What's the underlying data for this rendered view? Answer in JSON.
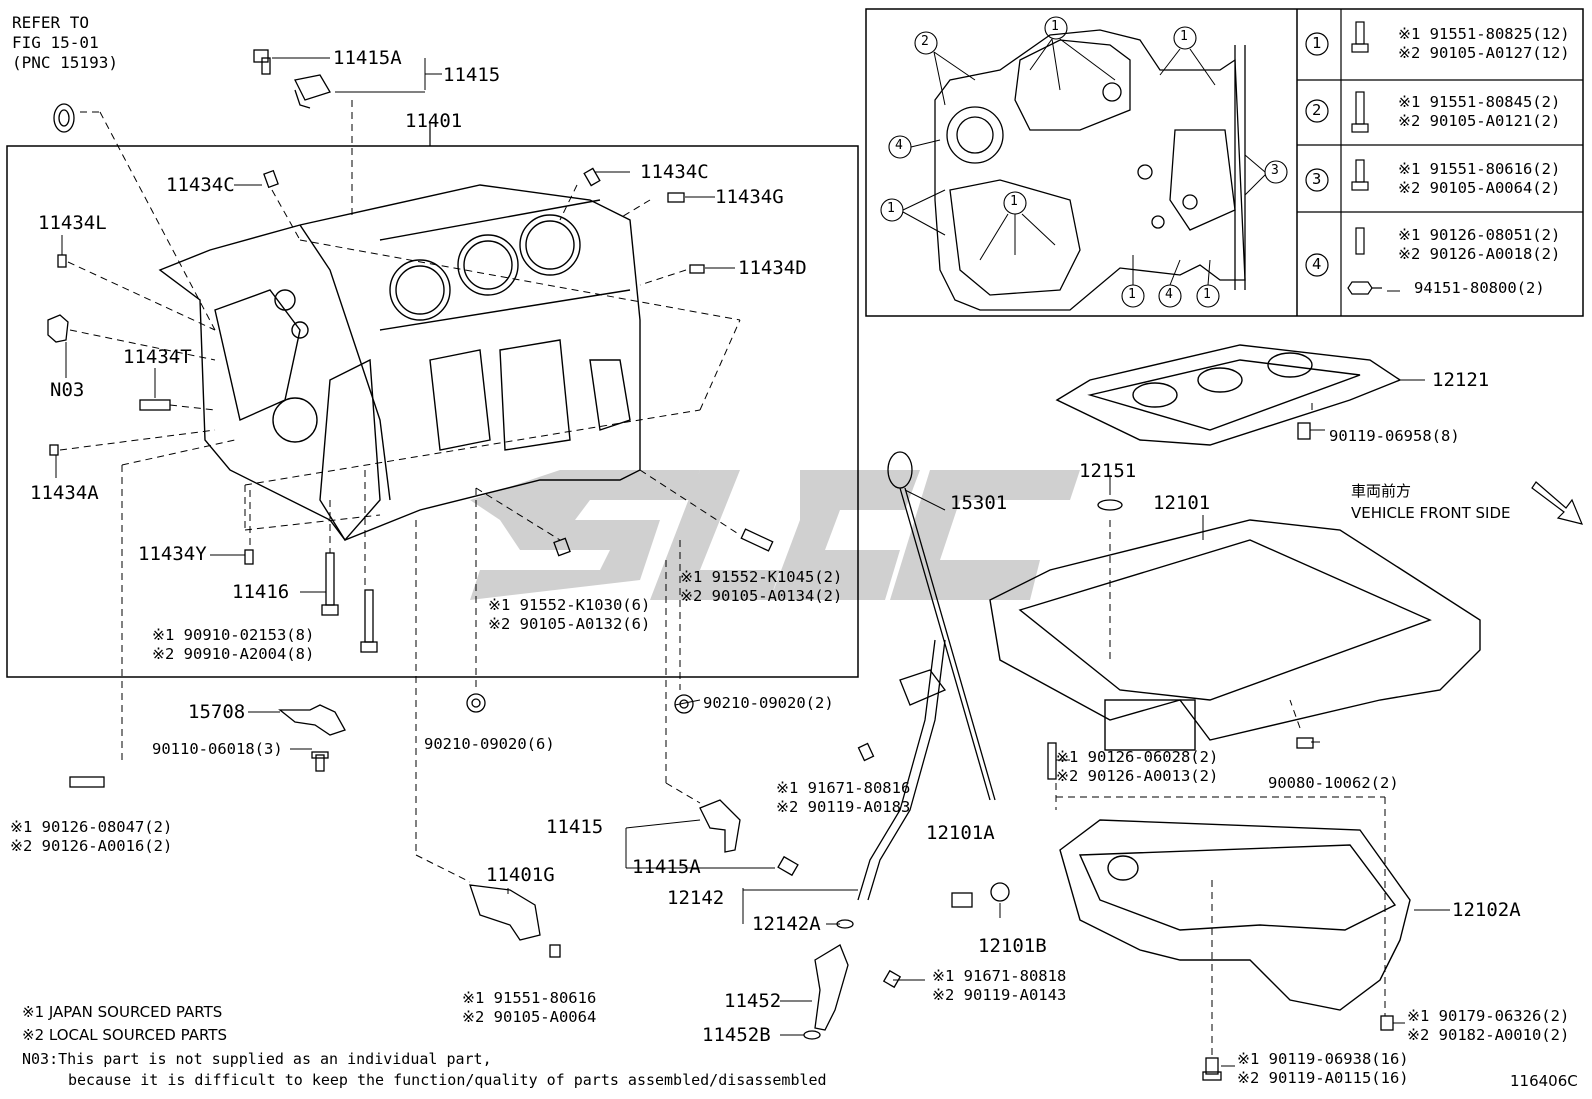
{
  "refer": [
    "REFER TO",
    "FIG 15-01",
    "(PNC 15193)"
  ],
  "labels": {
    "p11415A_top": "11415A",
    "p11415_top": "11415",
    "p11401": "11401",
    "p11434C_l": "11434C",
    "p11434C_r": "11434C",
    "p11434G": "11434G",
    "p11434L": "11434L",
    "p11434D": "11434D",
    "p11434T": "11434T",
    "pN03": "N03",
    "p11434A": "11434A",
    "p11434Y": "11434Y",
    "p11416": "11416",
    "p15708": "15708",
    "p90110": "90110-06018(3)",
    "p90210_l": "90210-09020(6)",
    "p90210_r": "90210-09020(2)",
    "p11415_bot": "11415",
    "p11415A_bot": "11415A",
    "p11401G": "11401G",
    "p15301": "15301",
    "p12151": "12151",
    "p12101": "12101",
    "p12121": "12121",
    "p90119_06958": "90119-06958(8)",
    "p12101A": "12101A",
    "p12142": "12142",
    "p12142A": "12142A",
    "p11452": "11452",
    "p11452B": "11452B",
    "p12101B": "12101B",
    "p12102A": "12102A",
    "p90080": "90080-10062(2)",
    "p94151": "94151-80800(2)",
    "fig_no": "116406C"
  },
  "multi": {
    "m_11416": [
      "※1 90910-02153(8)",
      "※2 90910-A2004(8)"
    ],
    "m_k1030": [
      "※1 91552-K1030(6)",
      "※2 90105-A0132(6)"
    ],
    "m_k1045": [
      "※1 91552-K1045(2)",
      "※2 90105-A0134(2)"
    ],
    "m_08047": [
      "※1 90126-08047(2)",
      "※2 90126-A0016(2)"
    ],
    "m_80816": [
      "※1 91671-80816",
      "※2 90119-A0183"
    ],
    "m_80616": [
      "※1 91551-80616",
      "※2 90105-A0064"
    ],
    "m_80818": [
      "※1 91671-80818",
      "※2 90119-A0143"
    ],
    "m_06028": [
      "※1 90126-06028(2)",
      "※2 90126-A0013(2)"
    ],
    "m_06326": [
      "※1 90179-06326(2)",
      "※2 90182-A0010(2)"
    ],
    "m_06938": [
      "※1 90119-06938(16)",
      "※2 90119-A0115(16)"
    ]
  },
  "table": [
    {
      "num": "1",
      "lines": [
        "※1 91551-80825(12)",
        "※2 90105-A0127(12)"
      ]
    },
    {
      "num": "2",
      "lines": [
        "※1 91551-80845(2)",
        "※2 90105-A0121(2)"
      ]
    },
    {
      "num": "3",
      "lines": [
        "※1 91551-80616(2)",
        "※2 90105-A0064(2)"
      ]
    },
    {
      "num": "4",
      "lines": [
        "※1 90126-08051(2)",
        "※2 90126-A0018(2)"
      ]
    }
  ],
  "front": [
    "車両前方",
    "VEHICLE FRONT SIDE"
  ],
  "notes": [
    "※1 JAPAN SOURCED PARTS",
    "※2 LOCAL SOURCED PARTS",
    "N03:This part is not supplied as an individual part,",
    "because it is difficult to keep the function/quality of parts assembled/disassembled"
  ],
  "inset_callouts": [
    "1",
    "2",
    "3",
    "4"
  ],
  "watermark_text": "SLSC",
  "colors": {
    "line": "#000000",
    "watermark": "#c8c8c8"
  }
}
